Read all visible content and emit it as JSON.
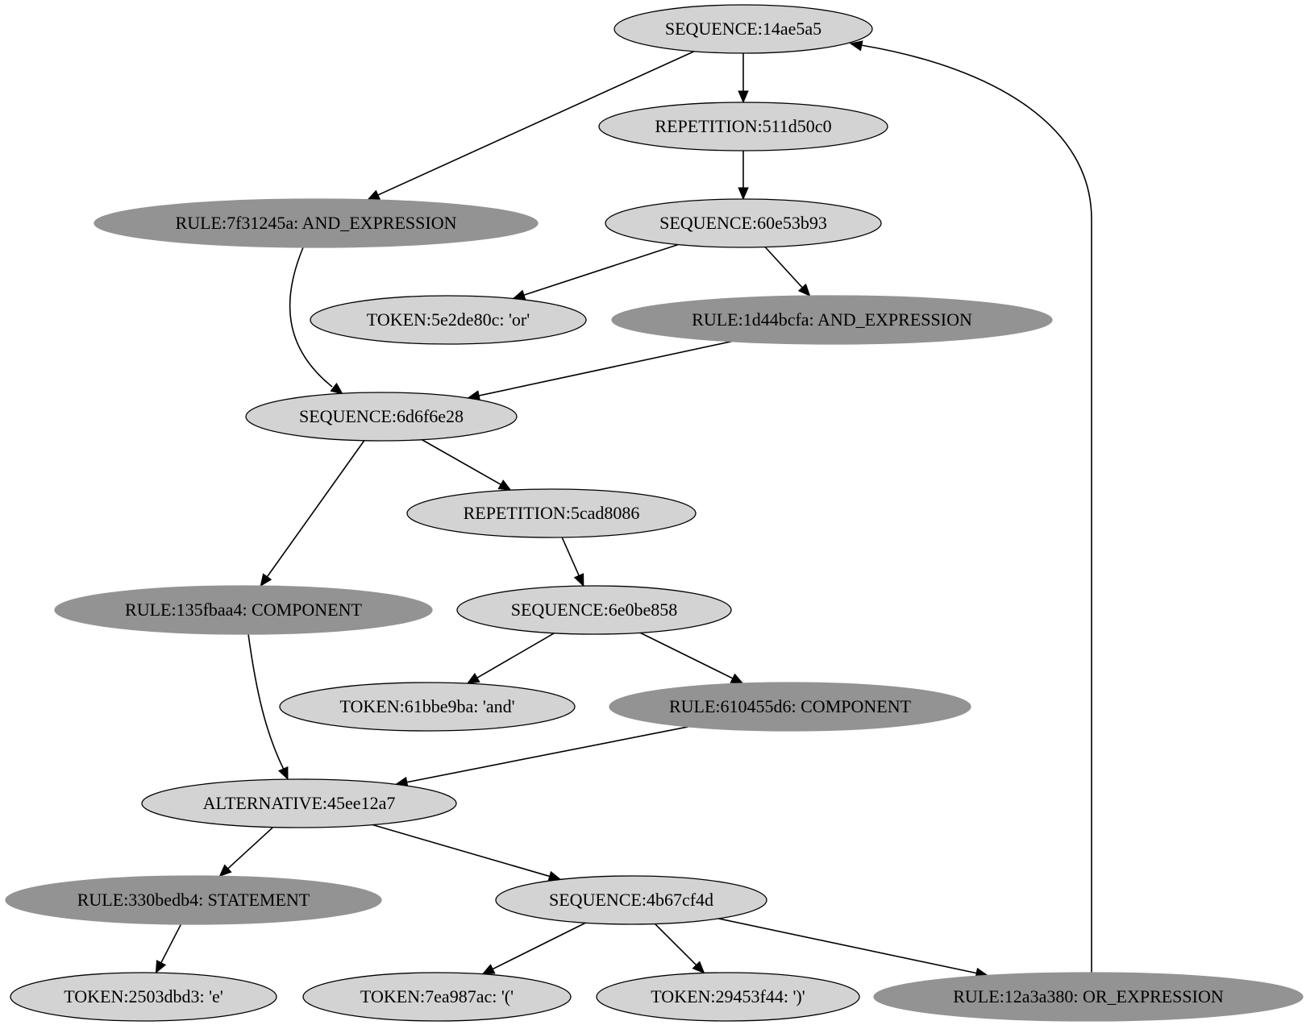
{
  "colors": {
    "background": "#ffffff",
    "node_light": "#d3d3d3",
    "node_dark": "#939393",
    "edge": "#000000"
  },
  "nodes": [
    {
      "id": "seq_14ae5a5",
      "label": "SEQUENCE:14ae5a5",
      "style": "light"
    },
    {
      "id": "rep_511d50c0",
      "label": "REPETITION:511d50c0",
      "style": "light"
    },
    {
      "id": "rule_7f31245a",
      "label": "RULE:7f31245a: AND_EXPRESSION",
      "style": "dark"
    },
    {
      "id": "seq_60e53b93",
      "label": "SEQUENCE:60e53b93",
      "style": "light"
    },
    {
      "id": "tok_5e2de80c",
      "label": "TOKEN:5e2de80c: 'or'",
      "style": "light"
    },
    {
      "id": "rule_1d44bcfa",
      "label": "RULE:1d44bcfa: AND_EXPRESSION",
      "style": "dark"
    },
    {
      "id": "seq_6d6f6e28",
      "label": "SEQUENCE:6d6f6e28",
      "style": "light"
    },
    {
      "id": "rep_5cad8086",
      "label": "REPETITION:5cad8086",
      "style": "light"
    },
    {
      "id": "rule_135fbaa4",
      "label": "RULE:135fbaa4: COMPONENT",
      "style": "dark"
    },
    {
      "id": "seq_6e0be858",
      "label": "SEQUENCE:6e0be858",
      "style": "light"
    },
    {
      "id": "tok_61bbe9ba",
      "label": "TOKEN:61bbe9ba: 'and'",
      "style": "light"
    },
    {
      "id": "rule_610455d6",
      "label": "RULE:610455d6: COMPONENT",
      "style": "dark"
    },
    {
      "id": "alt_45ee12a7",
      "label": "ALTERNATIVE:45ee12a7",
      "style": "light"
    },
    {
      "id": "rule_330bedb4",
      "label": "RULE:330bedb4: STATEMENT",
      "style": "dark"
    },
    {
      "id": "seq_4b67cf4d",
      "label": "SEQUENCE:4b67cf4d",
      "style": "light"
    },
    {
      "id": "tok_2503dbd3",
      "label": "TOKEN:2503dbd3: 'e'",
      "style": "light"
    },
    {
      "id": "tok_7ea987ac",
      "label": "TOKEN:7ea987ac: '('",
      "style": "light"
    },
    {
      "id": "tok_29453f44",
      "label": "TOKEN:29453f44: ')'",
      "style": "light"
    },
    {
      "id": "rule_12a3a380",
      "label": "RULE:12a3a380: OR_EXPRESSION",
      "style": "dark"
    }
  ],
  "edges": [
    {
      "from": "seq_14ae5a5",
      "to": "rule_7f31245a"
    },
    {
      "from": "seq_14ae5a5",
      "to": "rep_511d50c0"
    },
    {
      "from": "rep_511d50c0",
      "to": "seq_60e53b93"
    },
    {
      "from": "seq_60e53b93",
      "to": "tok_5e2de80c"
    },
    {
      "from": "seq_60e53b93",
      "to": "rule_1d44bcfa"
    },
    {
      "from": "rule_7f31245a",
      "to": "seq_6d6f6e28"
    },
    {
      "from": "rule_1d44bcfa",
      "to": "seq_6d6f6e28"
    },
    {
      "from": "seq_6d6f6e28",
      "to": "rule_135fbaa4"
    },
    {
      "from": "seq_6d6f6e28",
      "to": "rep_5cad8086"
    },
    {
      "from": "rep_5cad8086",
      "to": "seq_6e0be858"
    },
    {
      "from": "seq_6e0be858",
      "to": "tok_61bbe9ba"
    },
    {
      "from": "seq_6e0be858",
      "to": "rule_610455d6"
    },
    {
      "from": "rule_135fbaa4",
      "to": "alt_45ee12a7"
    },
    {
      "from": "rule_610455d6",
      "to": "alt_45ee12a7"
    },
    {
      "from": "alt_45ee12a7",
      "to": "rule_330bedb4"
    },
    {
      "from": "alt_45ee12a7",
      "to": "seq_4b67cf4d"
    },
    {
      "from": "rule_330bedb4",
      "to": "tok_2503dbd3"
    },
    {
      "from": "seq_4b67cf4d",
      "to": "tok_7ea987ac"
    },
    {
      "from": "seq_4b67cf4d",
      "to": "tok_29453f44"
    },
    {
      "from": "seq_4b67cf4d",
      "to": "rule_12a3a380"
    },
    {
      "from": "rule_12a3a380",
      "to": "seq_14ae5a5"
    }
  ]
}
